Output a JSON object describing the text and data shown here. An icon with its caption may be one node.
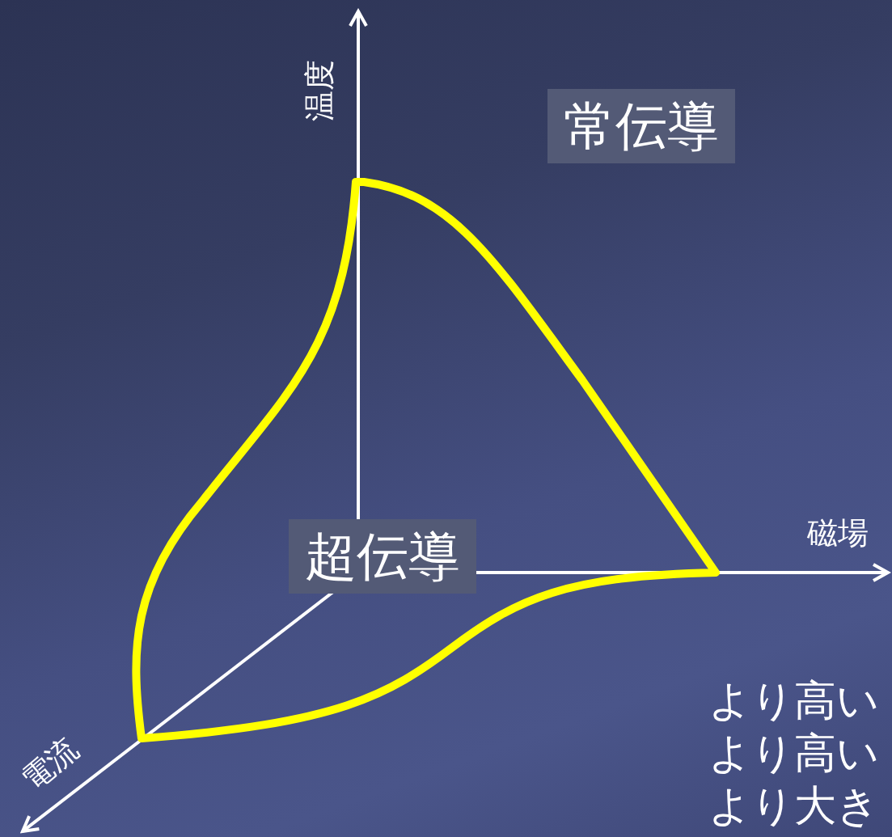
{
  "diagram": {
    "nodes": [
      {
        "text": [
          "常伝導"
        ]
      },
      {
        "text": [
          "超伝導"
        ]
      }
    ],
    "labels": [
      "温度",
      "磁場",
      "電流",
      "より高い",
      "より高い",
      "より大き"
    ]
  }
}
